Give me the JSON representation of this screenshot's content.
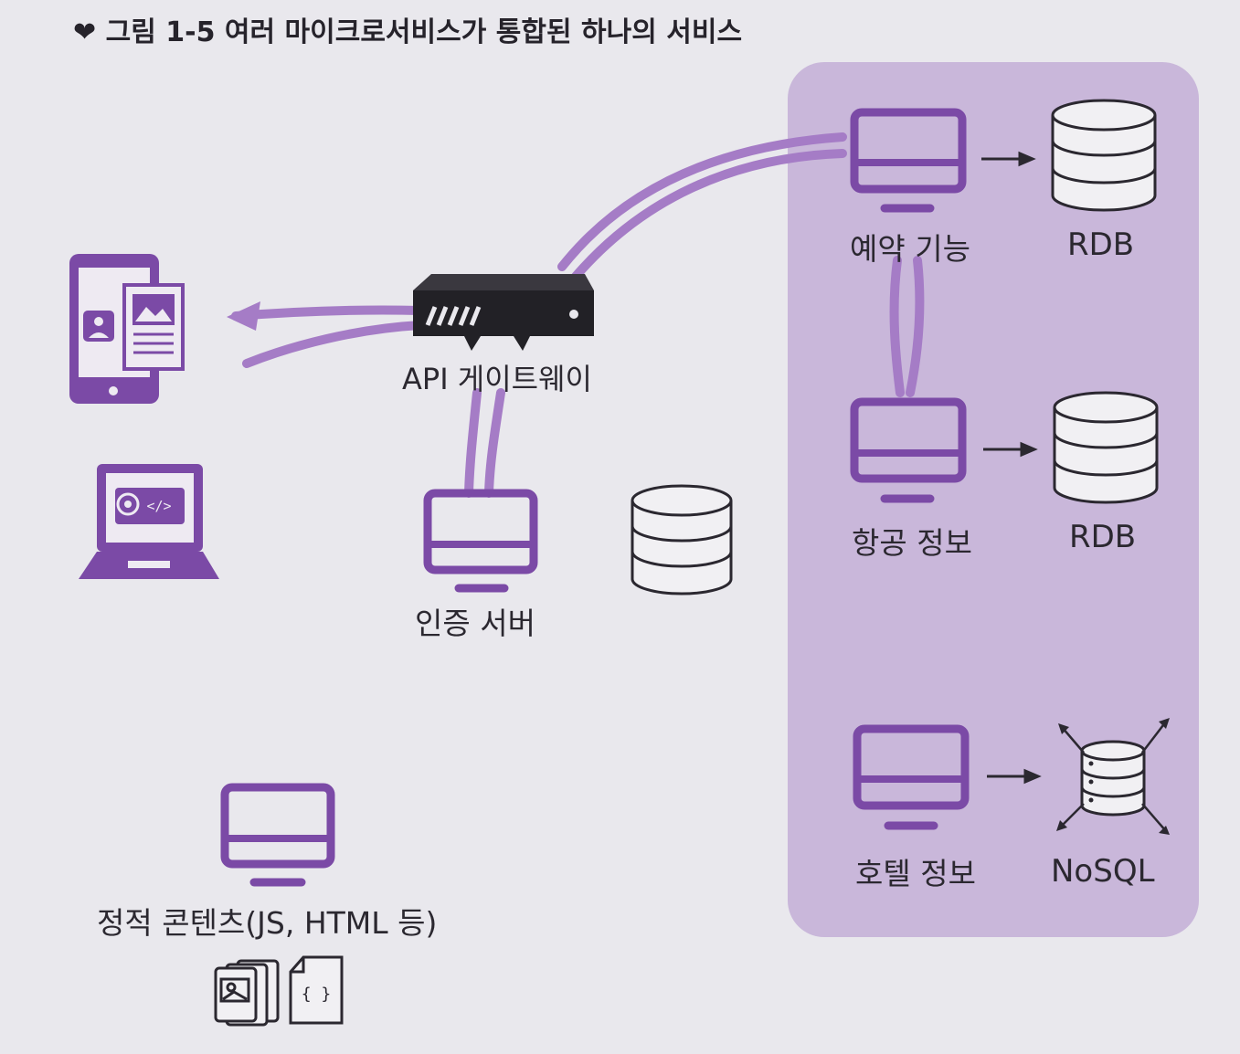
{
  "figure": {
    "caption": "그림 1-5 여러 마이크로서비스가 통합된 하나의 서비스"
  },
  "nodes": {
    "api_gateway": "API 게이트웨이",
    "auth_server": "인증 서버",
    "static_content": "정적 콘텐츠(JS, HTML 등)",
    "reservation": "예약 기능",
    "flight_info": "항공 정보",
    "hotel_info": "호텔 정보",
    "db_reservation": "RDB",
    "db_flight": "RDB",
    "db_hotel": "NoSQL"
  },
  "icons": {
    "code_file_glyph": "{ }",
    "laptop_code_glyph": "</>"
  },
  "colors": {
    "accent_purple": "#7b4aa6",
    "connector_purple": "#a57cc6",
    "service_panel": "#c9b7da",
    "device_dark": "#222126"
  }
}
